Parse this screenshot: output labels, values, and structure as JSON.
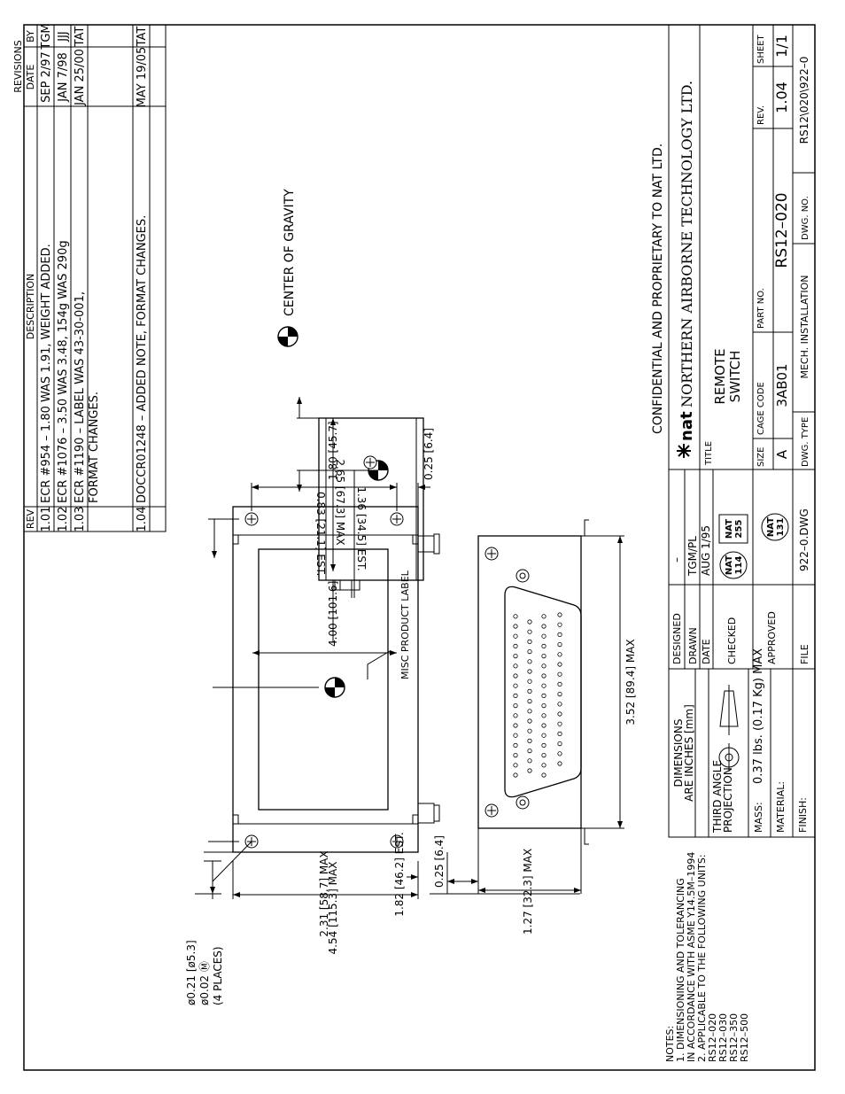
{
  "revisions": {
    "header": "REVISIONS",
    "columns": [
      "REV",
      "DESCRIPTION",
      "DATE",
      "BY"
    ],
    "rows": [
      {
        "rev": "1.01",
        "desc": [
          "ECR #954 – 1.80 WAS 1.91, WEIGHT ADDED."
        ],
        "date": "SEP 2/97",
        "by": "TGM"
      },
      {
        "rev": "1.02",
        "desc": [
          "ECR #1076 – 3.50 WAS 3.48, 154g WAS 290g"
        ],
        "date": "JAN 7/98",
        "by": "JJJ"
      },
      {
        "rev": "1.03",
        "desc": [
          "ECR #1190 – LABEL WAS 43-30-001,",
          "FORMAT CHANGES."
        ],
        "date": "JAN 25/00",
        "by": "TAT"
      },
      {
        "rev": "1.04",
        "desc": [
          "DOCCR01248 – ADDED NOTE, FORMAT CHANGES."
        ],
        "date": "MAY 19/05",
        "by": "TAT"
      }
    ]
  },
  "dims": {
    "d_180": "1.80 [45.7]",
    "d_025a": "0.25 [6.4]",
    "d_083": "0.83 [21.1] EST.",
    "d_265": "2.65 [67.3] MAX",
    "d_136": "1.36 [34.5] EST.",
    "d_454": "4.54 [115.3] MAX",
    "d_182": "1.82 [46.2] EST.",
    "d_400": "4.00 [101.6]",
    "d_352": "3.52 [89.4] MAX",
    "d_231": "2.31 [58.7] MAX",
    "d_025b": "0.25 [6.4]",
    "d_127": "1.27 [32.3] MAX",
    "hole_1": "ø0.21 [ø5.3]",
    "hole_2": "ø0.02 Ⓜ",
    "hole_3": "(4 PLACES)",
    "label": "MISC PRODUCT LABEL",
    "cog": "CENTER OF GRAVITY"
  },
  "notes": {
    "title": "NOTES:",
    "lines": [
      "1. DIMENSIONING AND TOLERANCING",
      "    IN ACCORDANCE WITH ASME Y14.5M–1994",
      "2. APPLICABLE TO THE FOLLOWING UNITS:",
      "    RS12–020",
      "    RS12–030",
      "    RS12–350",
      "    RS12–500"
    ]
  },
  "title_block": {
    "confidential": "CONFIDENTIAL AND PROPRIETARY TO NAT LTD.",
    "dims_1": "DIMENSIONS",
    "dims_2": "ARE INCHES [mm]",
    "proj_1": "THIRD ANGLE",
    "proj_2": "PROJECTION",
    "mass_label": "MASS:",
    "mass_value": "0.37 lbs. (0.17 Kg) MAX",
    "material_label": "MATERIAL:",
    "finish_label": "FINISH:",
    "designed_label": "DESIGNED",
    "designed_value": "–",
    "drawn_label": "DRAWN",
    "drawn_value": "TGM/PL",
    "date_label": "DATE",
    "date_value": "AUG 1/95",
    "checked_label": "CHECKED",
    "approved_label": "APPROVED",
    "file_label": "FILE",
    "file_value": "922–0.DWG",
    "stamp_114": [
      "NAT",
      "114"
    ],
    "stamp_255": [
      "NAT",
      "255"
    ],
    "stamp_131": [
      "NAT",
      "131"
    ],
    "company": "NORTHERN AIRBORNE TECHNOLOGY LTD.",
    "logo_text": "nat",
    "title_label": "TITLE",
    "title_1": "REMOTE",
    "title_2": "SWITCH",
    "size_label": "SIZE",
    "size_value": "A",
    "cage_label": "CAGE CODE",
    "cage_value": "3AB01",
    "part_label": "PART NO.",
    "part_value": "RS12–020",
    "rev_label": "REV.",
    "rev_value": "1.04",
    "sheet_label": "SHEET",
    "sheet_value": "1/1",
    "dwgtype_label": "DWG. TYPE",
    "dwgtype_value": "MECH. INSTALLATION",
    "dwgno_label": "DWG. NO.",
    "dwgno_value": "RS12\\020\\922–0"
  }
}
